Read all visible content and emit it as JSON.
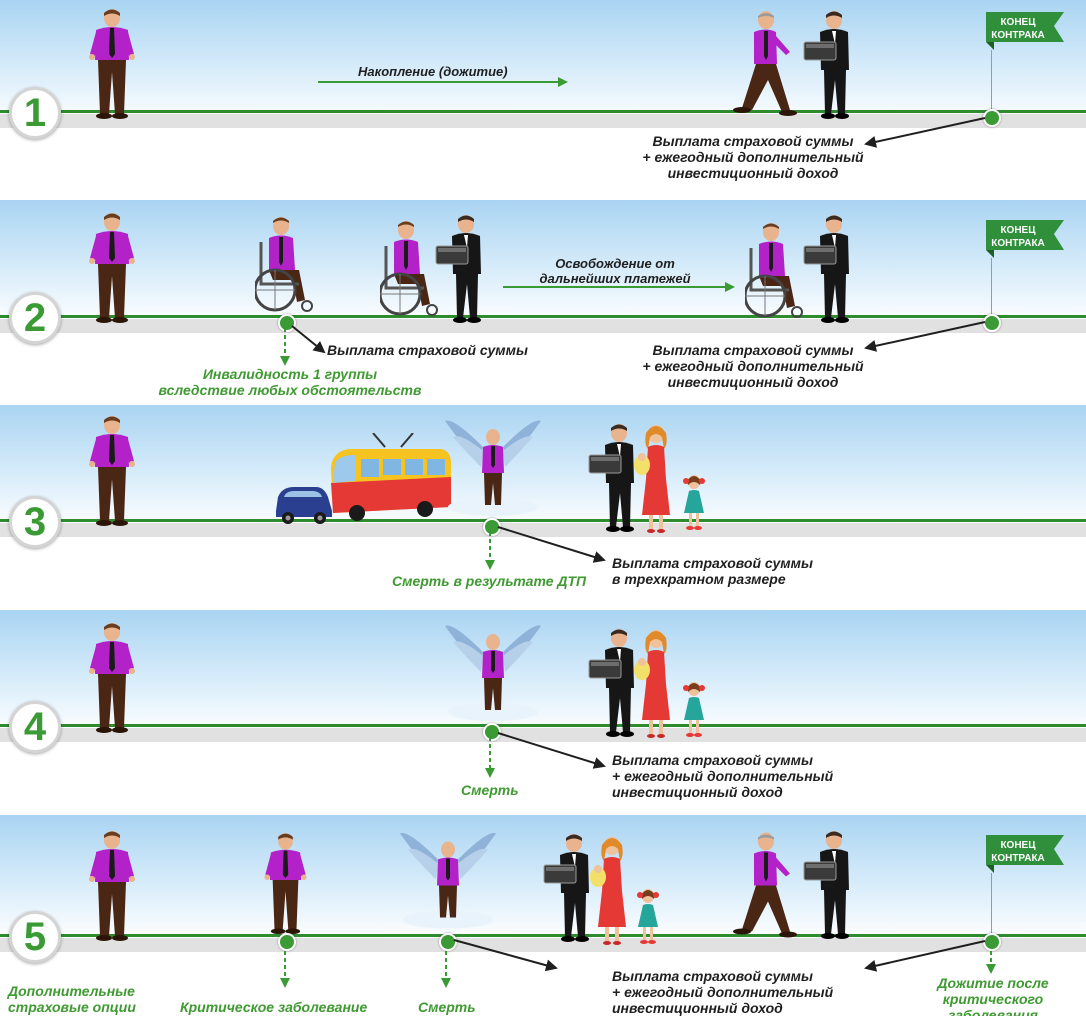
{
  "rows": [
    {
      "number": "1"
    },
    {
      "number": "2"
    },
    {
      "number": "3"
    },
    {
      "number": "4"
    },
    {
      "number": "5"
    }
  ],
  "flag_label_line1": "КОНЕЦ",
  "flag_label_line2": "КОНТРАКА",
  "row1": {
    "accumulation": "Накопление (дожитие)",
    "payout_line1": "Выплата страховой суммы",
    "payout_line2": "+ ежегодный дополнительный",
    "payout_line3": "инвестиционный доход"
  },
  "row2": {
    "exemption_line1": "Освобождение от",
    "exemption_line2": "дальнейших платежей",
    "payout_sum": "Выплата страховой суммы",
    "disability_line1": "Инвалидность 1 группы",
    "disability_line2": "вследствие любых обстоятельств",
    "payout_line1": "Выплата страховой суммы",
    "payout_line2": "+ ежегодный дополнительный",
    "payout_line3": "инвестиционный доход"
  },
  "row3": {
    "death_accident": "Смерть в результате ДТП",
    "payout_line1": "Выплата страховой суммы",
    "payout_line2": "в трехкратном  размере"
  },
  "row4": {
    "death": "Смерть",
    "payout_line1": "Выплата страховой суммы",
    "payout_line2": "+  ежегодный дополнительный",
    "payout_line3": "инвестиционный доход"
  },
  "row5": {
    "options_line1": "Дополнительные",
    "options_line2": "страховые опции",
    "critical_illness": "Критическое заболевание",
    "death": "Смерть",
    "payout_line1": "Выплата страховой суммы",
    "payout_line2": "+  ежегодный дополнительный",
    "payout_line3": "инвестиционный  доход",
    "survival_line1": "Дожитие после",
    "survival_line2": "критического",
    "survival_line3": "заболевания"
  },
  "colors": {
    "accent_green": "#3a9a34",
    "flag_green": "#2f8f3a",
    "ground_line": "#2e8b2e",
    "sky": "#a9d4f2",
    "shirt": "#b321c9"
  },
  "icons": [
    "person-icon",
    "walking-elder-icon",
    "agent-briefcase-icon",
    "wheelchair-person-icon",
    "angel-wings-icon",
    "widow-with-child-icon",
    "girl-icon",
    "trolleybus-icon",
    "car-icon",
    "flag-icon"
  ]
}
